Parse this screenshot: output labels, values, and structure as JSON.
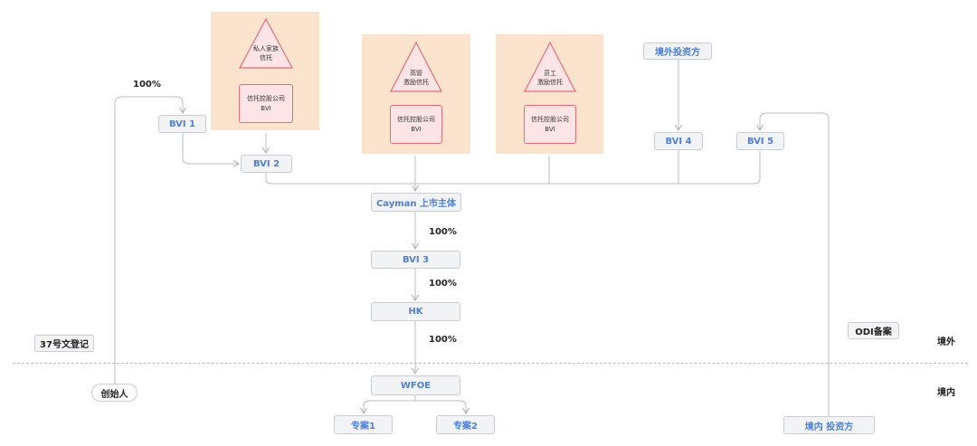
{
  "trusts": {
    "family": {
      "line1": "私人家族",
      "line2": "信托",
      "holding1": "信托控股公司",
      "holding2": "BVI"
    },
    "executive": {
      "line1": "高管",
      "line2": "激励信托",
      "holding1": "信托控股公司",
      "holding2": "BVI"
    },
    "employee": {
      "line1": "员工",
      "line2": "激励信托",
      "holding1": "信托控股公司",
      "holding2": "BVI"
    }
  },
  "entities": {
    "bvi1": "BVI 1",
    "bvi2": "BVI 2",
    "bvi3": "BVI 3",
    "bvi4": "BVI 4",
    "bvi5": "BVI 5",
    "cayman": "Cayman 上市主体",
    "hk": "HK",
    "wfoe": "WFOE",
    "project1": "专案1",
    "project2": "专案2",
    "foreign_investor": "境外投资方",
    "domestic_investor": "境内 投资方",
    "founder": "创始人",
    "circular37": "37号文登记",
    "odi": "ODI备案"
  },
  "percentages": {
    "founder_bvi1": "100%",
    "cayman_bvi3": "100%",
    "bvi3_hk": "100%",
    "hk_wfoe": "100%"
  },
  "regions": {
    "offshore": "境外",
    "onshore": "境内"
  },
  "colors": {
    "entity_text": "#4f7fd6",
    "panel_fill": "#fbe3cd",
    "trust_stroke": "#e36c76",
    "trust_fill": "#fde4e6",
    "wire": "#b9bcc2"
  }
}
